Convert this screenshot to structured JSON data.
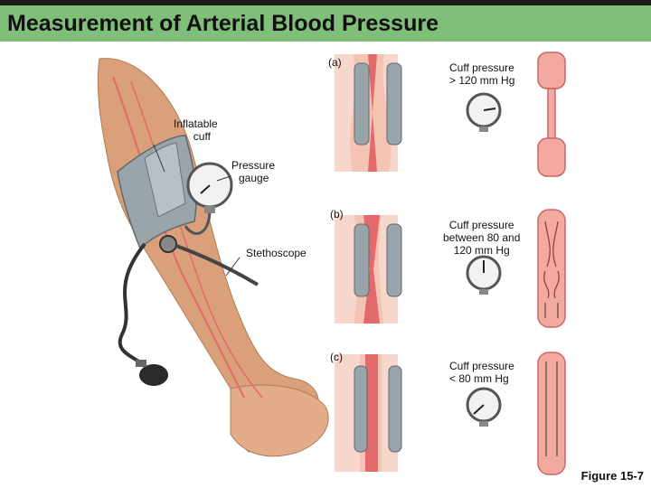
{
  "title": "Measurement of Arterial Blood Pressure",
  "labels": {
    "inflatable_cuff": [
      "Inflatable",
      "cuff"
    ],
    "pressure_gauge": [
      "Pressure",
      "gauge"
    ],
    "stethoscope": "Stethoscope"
  },
  "panels": [
    {
      "letter": "(a)",
      "text": [
        "Cuff pressure",
        "> 120 mm Hg"
      ]
    },
    {
      "letter": "(b)",
      "text": [
        "Cuff pressure",
        "between 80 and",
        "120 mm Hg"
      ]
    },
    {
      "letter": "(c)",
      "text": [
        "Cuff pressure",
        "< 80 mm Hg"
      ]
    }
  ],
  "figure_label": "Figure 15-7",
  "colors": {
    "title_bar": "#7fbf7a",
    "skin": "#d9a07a",
    "artery": "#e26a6a",
    "cuff": "#9aa5ab",
    "vessel_wall": "#f3c4b4"
  }
}
